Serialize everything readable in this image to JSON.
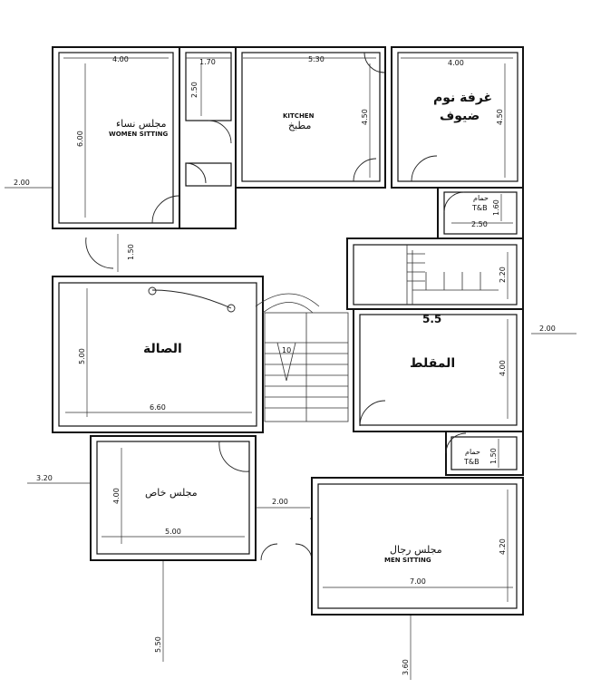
{
  "rooms": {
    "women_sitting": {
      "label_ar": "مجلس نساء",
      "label_en": "WOMEN SITTING",
      "width": "4.00",
      "depth": "6.00"
    },
    "store": {
      "width": "1.70",
      "depth": "2.50"
    },
    "kitchen": {
      "label_en": "KITCHEN",
      "label_ar": "مطبخ",
      "width": "5.30",
      "depth": "4.50"
    },
    "guest_bedroom": {
      "label_ar_line1": "غرفة نوم",
      "label_ar_line2": "ضيوف",
      "width": "4.00",
      "depth": "4.50"
    },
    "bath_upper": {
      "label_ar": "حمام",
      "label_en": "T&B",
      "width": "2.50",
      "depth": "1.60"
    },
    "corridor": {
      "depth": "1.50"
    },
    "stair_right": {
      "depth": "2.20"
    },
    "hall": {
      "label_ar": "الصالة",
      "width": "6.60",
      "depth": "5.00"
    },
    "stair_center": {
      "label": "10"
    },
    "maqlat": {
      "label_ar": "المقلط",
      "label_top": "5.5",
      "depth": "4.00"
    },
    "bath_lower": {
      "label_ar": "حمام",
      "label_en": "T&B",
      "depth": "1.50"
    },
    "private_majlis": {
      "label_ar": "مجلس خاص",
      "width": "5.00",
      "depth": "4.00"
    },
    "entrance": {
      "width": "2.00"
    },
    "men_sitting": {
      "label_ar": "مجلس رجال",
      "label_en": "MEN SITTING",
      "width": "7.00",
      "depth": "4.20"
    }
  },
  "setbacks": {
    "top_left": "2.00",
    "right": "2.00",
    "left": "3.20",
    "bottom_left": "5.50",
    "bottom_right": "3.60"
  }
}
